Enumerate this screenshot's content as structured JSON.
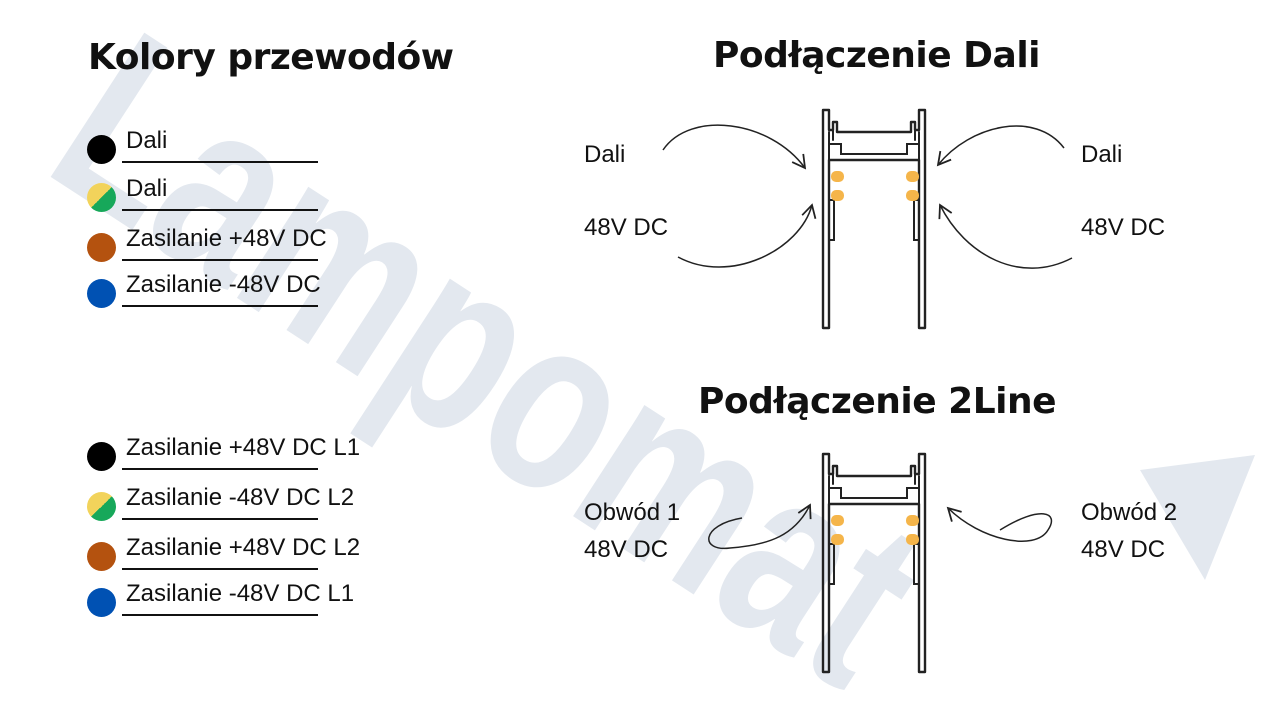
{
  "watermark": {
    "text": "Lampomat",
    "grey": "#e3e8ef",
    "orange": "#fff3e2"
  },
  "wire_colors": {
    "title": "Kolory przewodów",
    "dali_group": [
      {
        "label": "Dali",
        "color": "#000000",
        "pattern": "solid"
      },
      {
        "label": "Dali",
        "color": "#f2d35b",
        "color2": "#17a85a",
        "pattern": "split"
      },
      {
        "label": "Zasilanie +48V DC",
        "color": "#b4520f",
        "pattern": "solid"
      },
      {
        "label": "Zasilanie -48V DC",
        "color": "#0051b3",
        "pattern": "solid"
      }
    ],
    "twoline_group": [
      {
        "label": "Zasilanie +48V DC L1",
        "color": "#000000",
        "pattern": "solid"
      },
      {
        "label": "Zasilanie -48V DC L2",
        "color": "#f2d35b",
        "color2": "#17a85a",
        "pattern": "split"
      },
      {
        "label": "Zasilanie +48V DC L2",
        "color": "#b4520f",
        "pattern": "solid"
      },
      {
        "label": "Zasilanie -48V DC L1",
        "color": "#0051b3",
        "pattern": "solid"
      }
    ]
  },
  "dali_connection": {
    "title": "Podłączenie Dali",
    "left_top": "Dali",
    "left_bottom": "48V  DC",
    "right_top": "Dali",
    "right_bottom": "48V  DC"
  },
  "twoline_connection": {
    "title": "Podłączenie 2Line",
    "left_line1": "Obwód 1",
    "left_line2": "48V DC",
    "right_line1": "Obwód 2",
    "right_line2": "48V DC"
  },
  "conductor_color": "#f5b54a"
}
